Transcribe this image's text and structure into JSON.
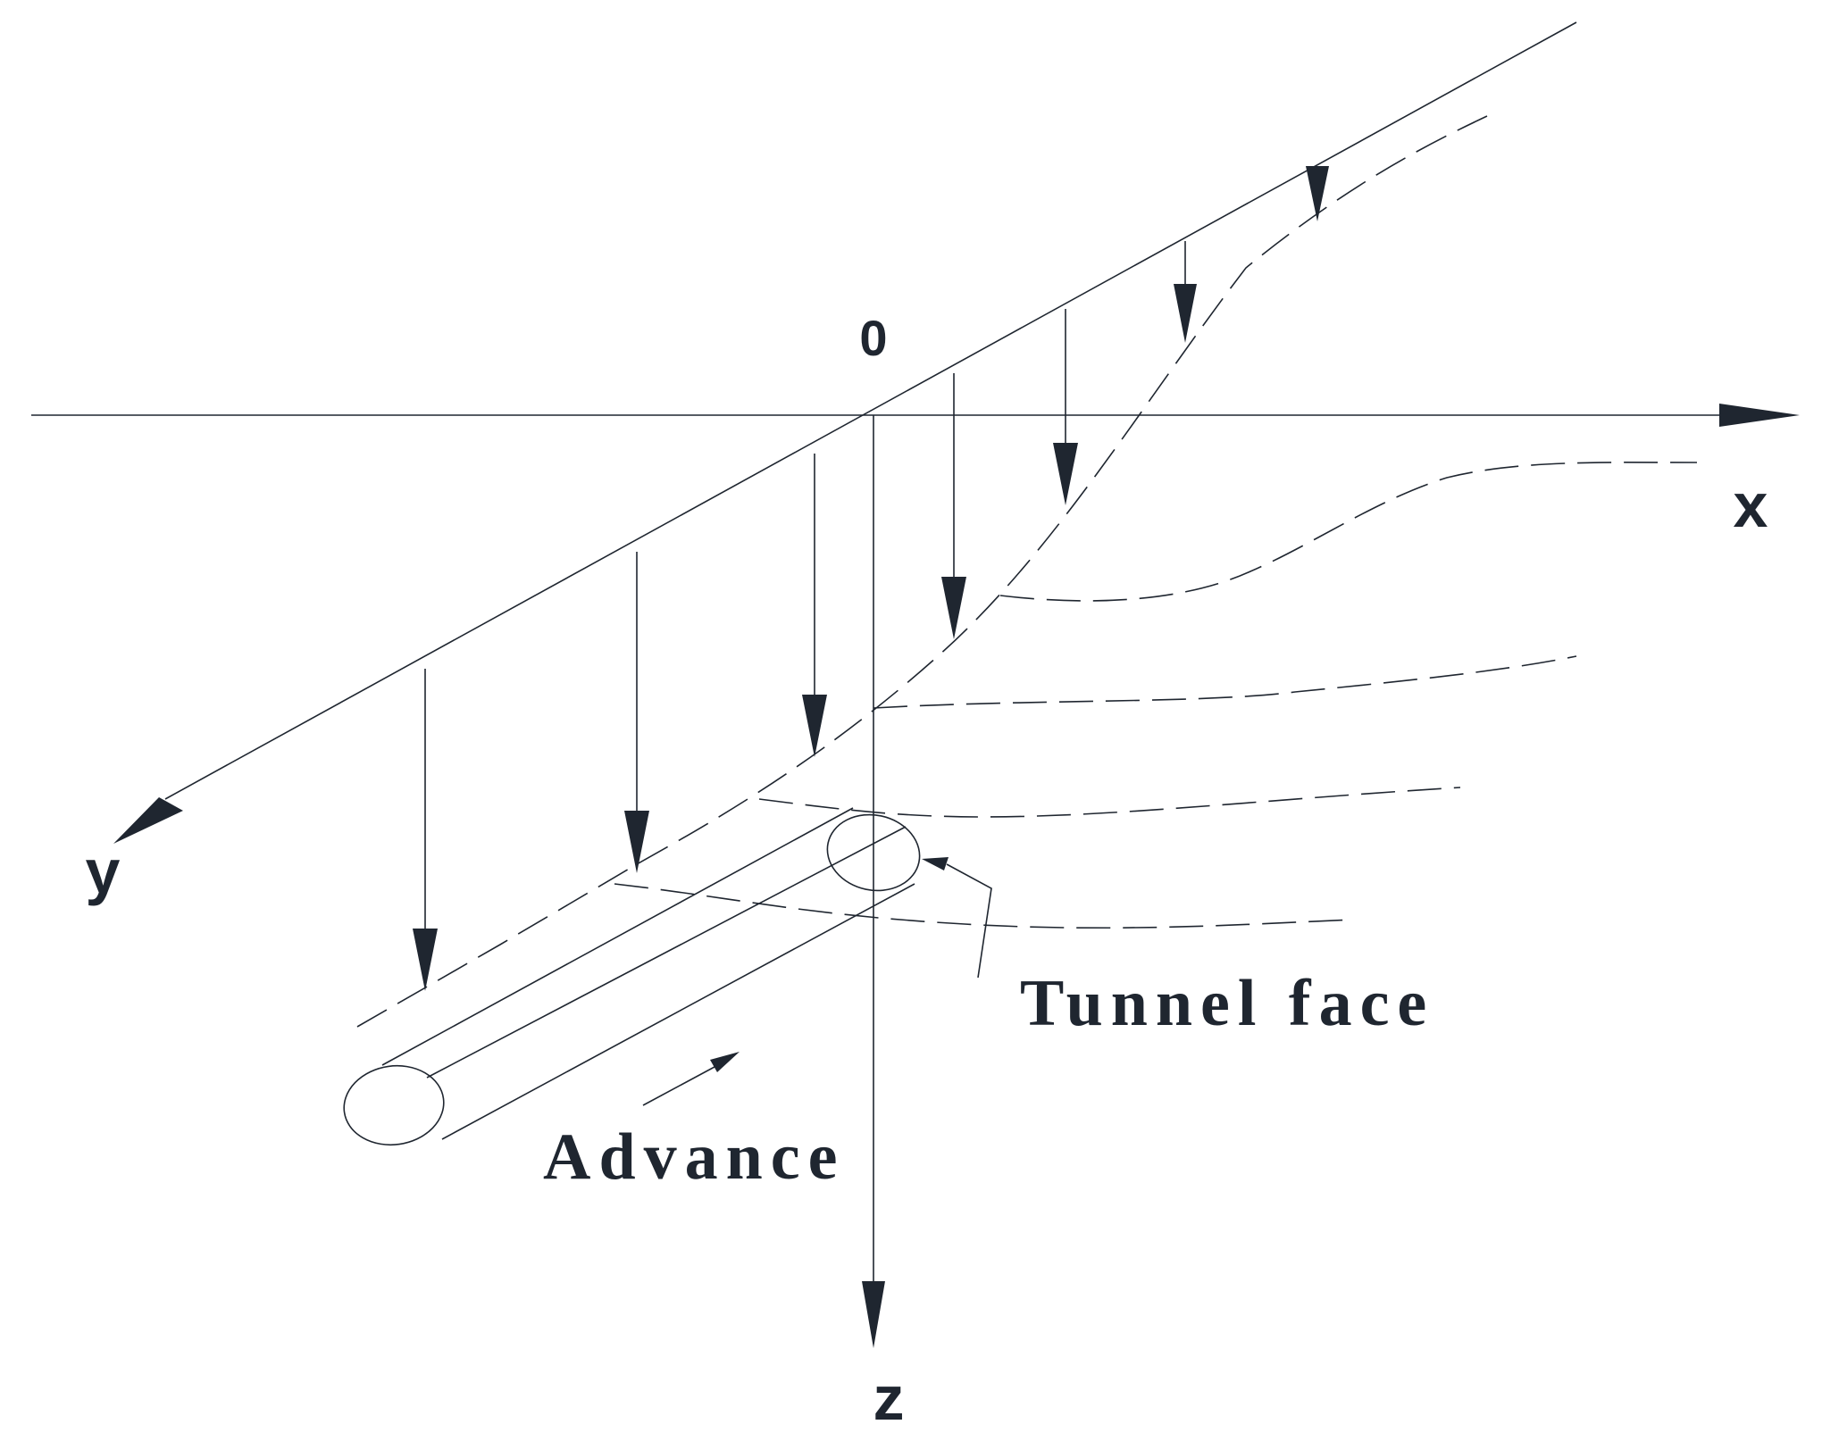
{
  "axes": {
    "origin_label": "0",
    "x_label": "x",
    "y_label": "y",
    "z_label": "z"
  },
  "annotations": {
    "tunnel_face": "Tunnel face",
    "advance": "Advance"
  },
  "colors": {
    "ink": "#1f2630",
    "background": "#ffffff"
  }
}
